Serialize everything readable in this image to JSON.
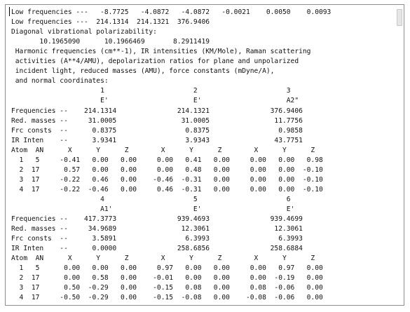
{
  "lines": [
    "Low frequencies ---   -8.7725   -4.0872   -4.0872   -0.0021    0.0050    0.0093",
    "Low frequencies ---  214.1314  214.1321  376.9406",
    "Diagonal vibrational polarizability:",
    "       10.1965090      10.1966469       8.2911419",
    " Harmonic frequencies (cm**-1), IR intensities (KM/Mole), Raman scattering",
    " activities (A**4/AMU), depolarization ratios for plane and unpolarized",
    " incident light, reduced masses (AMU), force constants (mDyne/A),",
    " and normal coordinates:",
    "                      1                      2                      3",
    "                      E'                     E'                     A2\"",
    "Frequencies --    214.1314               214.1321               376.9406",
    "Red. masses --     31.0005                31.0005                11.7756",
    "Frc consts  --      0.8375                 0.8375                 0.9858",
    "IR Inten    --      3.9341                 3.9343                43.7751",
    "Atom  AN      X      Y      Z        X      Y      Z        X      Y      Z",
    "  1   5     -0.41   0.00   0.00     0.00   0.41   0.00     0.00   0.00   0.98",
    "  2  17      0.57   0.00   0.00     0.00   0.48   0.00     0.00   0.00  -0.10",
    "  3  17     -0.22   0.46   0.00    -0.46  -0.31   0.00     0.00   0.00  -0.10",
    "  4  17     -0.22  -0.46   0.00     0.46  -0.31   0.00     0.00   0.00  -0.10",
    "                      4                      5                      6",
    "                      A1'                    E'                     E'",
    "Frequencies --    417.3773               939.4693               939.4699",
    "Red. masses --     34.9689                12.3061                12.3061",
    "Frc consts  --      3.5891                 6.3993                 6.3993",
    "IR Inten    --      0.0000               258.6856               258.6884",
    "Atom  AN      X      Y      Z        X      Y      Z        X      Y      Z",
    "  1   5      0.00   0.00   0.00     0.97   0.00   0.00     0.00   0.97   0.00",
    "  2  17      0.00   0.58   0.00    -0.01   0.00   0.00     0.00  -0.19   0.00",
    "  3  17      0.50  -0.29   0.00    -0.15   0.08   0.00     0.08  -0.06   0.00",
    "  4  17     -0.50  -0.29   0.00    -0.15  -0.08   0.00    -0.08  -0.06   0.00"
  ]
}
